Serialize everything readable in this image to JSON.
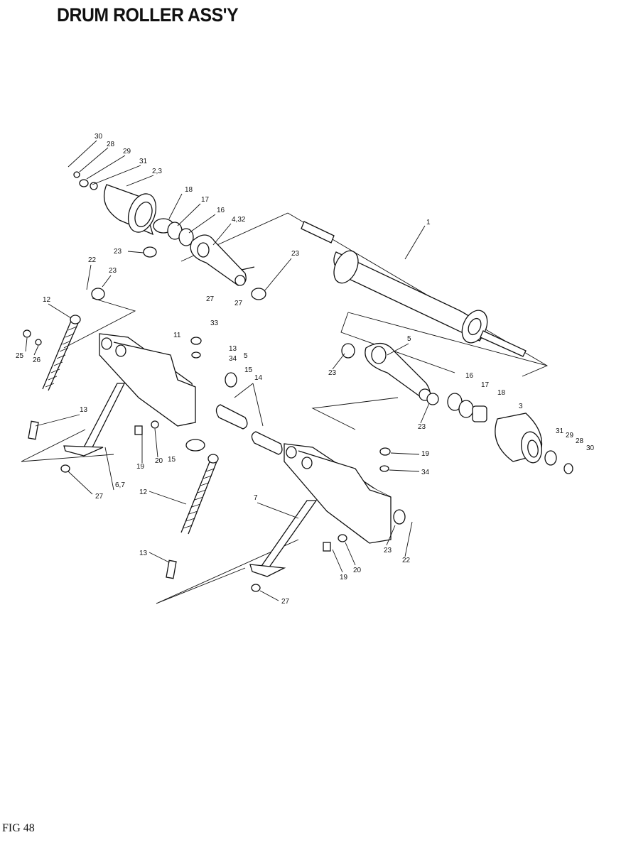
{
  "title": "DRUM ROLLER ASS'Y",
  "figure_label": "FIG 48",
  "callouts": [
    "30",
    "28",
    "29",
    "31",
    "2,3",
    "18",
    "17",
    "16",
    "4,32",
    "23",
    "1",
    "22",
    "23",
    "23",
    "12",
    "27",
    "27",
    "11",
    "33",
    "25",
    "26",
    "13",
    "34",
    "5",
    "15",
    "14",
    "23",
    "5",
    "16",
    "17",
    "18",
    "3",
    "23",
    "13",
    "19",
    "20",
    "15",
    "19",
    "34",
    "31",
    "29",
    "28",
    "30",
    "6,7",
    "27",
    "12",
    "7",
    "23",
    "22",
    "13",
    "19",
    "20",
    "27"
  ]
}
